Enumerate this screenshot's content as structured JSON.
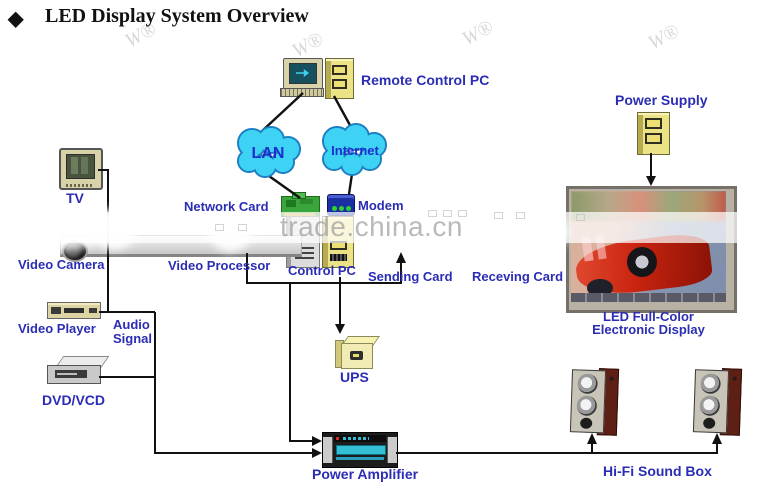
{
  "title": {
    "bullet": "◆",
    "text": "LED Display System Overview"
  },
  "watermark": {
    "text": "trade.china.cn",
    "logo_mark": "W®"
  },
  "labels": {
    "remote_pc": "Remote Control PC",
    "lan": "LAN",
    "internet": "Internet",
    "network_card": "Network Card",
    "modem": "Modem",
    "video_processor": "Video Processor",
    "control_pc": "Control PC",
    "sending_card": "Sending Card",
    "receiving_card": "Receving Card",
    "tv": "TV",
    "video_camera": "Video Camera",
    "video_player": "Video Player",
    "audio_line1": "Audio",
    "audio_line2": "Signal",
    "dvd": "DVD/VCD",
    "ups": "UPS",
    "power_supply": "Power Supply",
    "led_display_line1": "LED Full-Color",
    "led_display_line2": "Electronic Display",
    "power_amplifier": "Power Amplifier",
    "hifi": "Hi-Fi Sound Box"
  },
  "colors": {
    "label_blue": "#2b2db4",
    "cloud_fill": "#3ed2f4",
    "cloud_stroke": "#1d7fc2",
    "wire_black": "#111111",
    "icon_yellow": "#ece387",
    "card_green": "#3aa53a",
    "modem_navy": "#1a2fa0",
    "amp_teal": "#35bfd4",
    "speaker_maroon": "#5e1f14",
    "car_red": "#c92410"
  }
}
